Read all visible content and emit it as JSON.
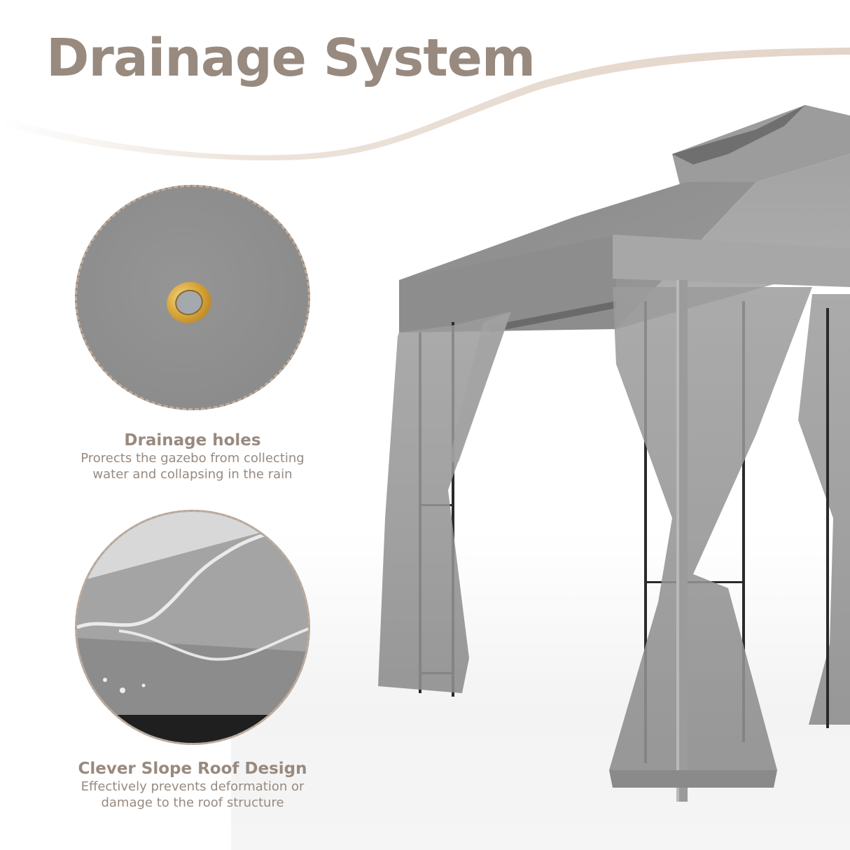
{
  "page": {
    "title": "Drainage System",
    "colors": {
      "text": "#988a7f",
      "accent_swoosh": "#e2d4c8",
      "circle_border": "#c2ab98",
      "canopy_gray": "#8f8f8f",
      "grommet_gold": "#d9a73a"
    }
  },
  "features": [
    {
      "image_label": "drainage-hole-closeup",
      "heading": "Drainage holes",
      "description_line1": "Prorects the gazebo from collecting",
      "description_line2": "water and collapsing in the rain"
    },
    {
      "image_label": "water-sliding-off-sloped-roof",
      "heading": "Clever Slope Roof Design",
      "description_line1": "Effectively prevents deformation or",
      "description_line2": "damage to the roof structure"
    }
  ],
  "product_image": {
    "label": "gray-double-roof-gazebo-with-mesh-curtains"
  }
}
